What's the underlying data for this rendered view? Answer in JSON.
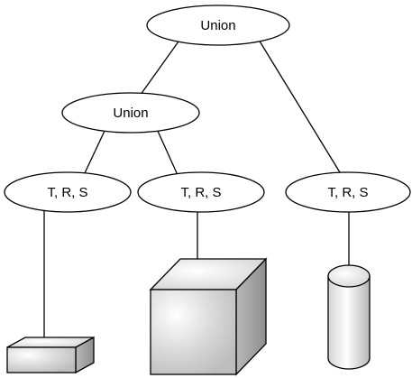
{
  "diagram": {
    "root": {
      "label": "Union"
    },
    "child_union": {
      "label": "Union"
    },
    "transforms": [
      {
        "label": "T, R, S"
      },
      {
        "label": "T, R, S"
      },
      {
        "label": "T, R, S"
      }
    ],
    "shapes": [
      {
        "name": "small-box",
        "kind": "box"
      },
      {
        "name": "large-cube",
        "kind": "cube"
      },
      {
        "name": "cylinder",
        "kind": "cylinder"
      }
    ],
    "colors": {
      "stroke": "#000000",
      "fill_light": "#f4f4f4",
      "fill_mid": "#cfcfcf",
      "fill_dark": "#9a9a9a",
      "background": "#ffffff"
    }
  }
}
